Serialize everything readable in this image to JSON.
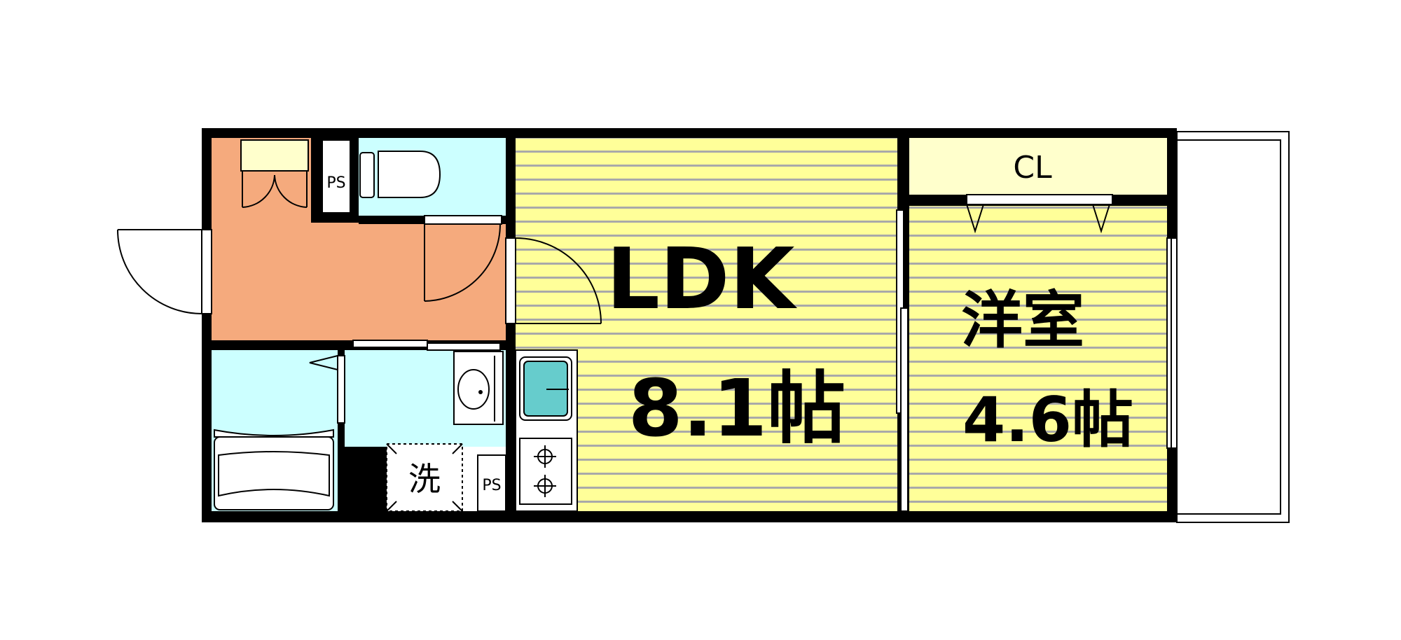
{
  "rooms": {
    "ldk": {
      "name": "LDK",
      "size": "8.1帖"
    },
    "western": {
      "name": "洋室",
      "size": "4.6帖"
    },
    "closet": {
      "name": "CL"
    },
    "ps_top": {
      "name": "PS"
    },
    "ps_bottom": {
      "name": "PS"
    },
    "washer": {
      "name": "洗"
    }
  },
  "colors": {
    "entrance": "#f5aa7d",
    "wet_area": "#ccffff",
    "floor_yellow": "#ffff99",
    "closet": "#ffffcc",
    "floor_stripe": "#a9a9a9",
    "wall": "#000000",
    "sink": "#66cccc"
  }
}
